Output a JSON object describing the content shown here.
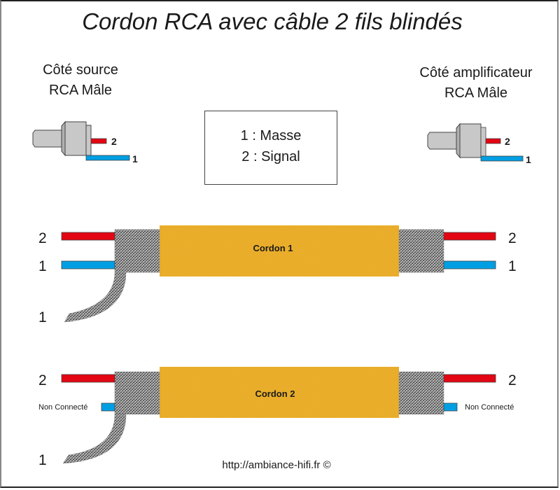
{
  "title": "Cordon RCA avec câble 2 fils blindés",
  "source_side": {
    "line1": "Côté source",
    "line2": "RCA Mâle",
    "pin_signal": "2",
    "pin_ground": "1"
  },
  "amp_side": {
    "line1": "Côté amplificateur",
    "line2": "RCA Mâle",
    "pin_signal": "2",
    "pin_ground": "1"
  },
  "legend": {
    "line1": "1 : Masse",
    "line2": "2 : Signal"
  },
  "cordons": [
    {
      "label": "Cordon 1",
      "left": {
        "red_wire": "2",
        "blue_wire": "1",
        "shield": "1"
      },
      "right": {
        "red_wire": "2",
        "blue_wire": "1"
      }
    },
    {
      "label": "Cordon 2",
      "left": {
        "red_wire": "2",
        "blue_wire": "Non Connecté",
        "shield": "1"
      },
      "right": {
        "red_wire": "2",
        "blue_wire": "Non Connecté"
      }
    }
  ],
  "colors": {
    "signal_wire": "#e30613",
    "ground_wire": "#009fe3",
    "cable_jacket": "#f0b030",
    "connector": "#c8c8c8"
  },
  "footer": "http://ambiance-hifi.fr ©"
}
